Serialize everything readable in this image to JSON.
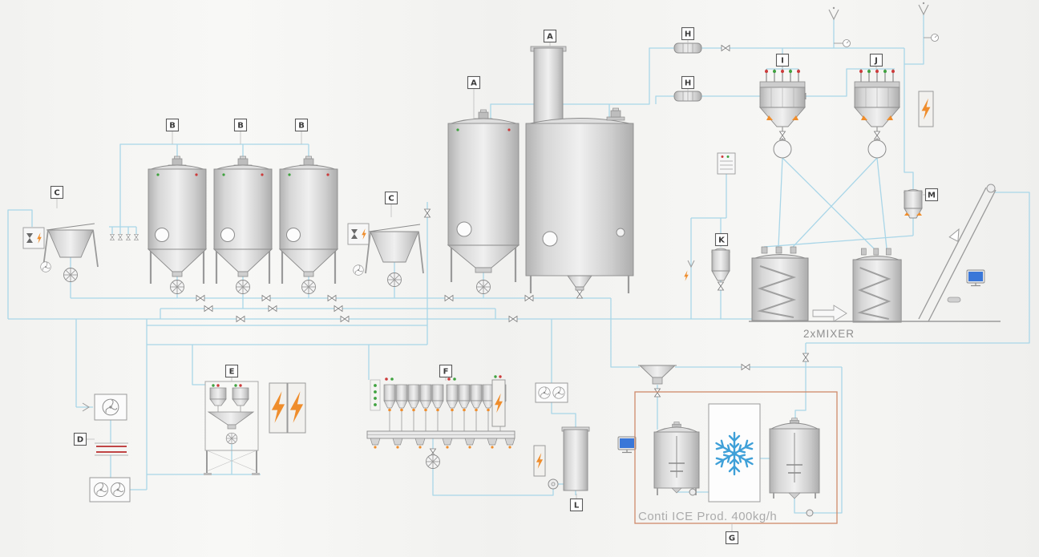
{
  "diagram": {
    "type": "plant-process-flow",
    "labels": {
      "a1": "A",
      "a2": "A",
      "b1": "B",
      "b2": "B",
      "b3": "B",
      "c1": "C",
      "c2": "C",
      "d": "D",
      "e": "E",
      "f": "F",
      "g": "G",
      "h1": "H",
      "h2": "H",
      "i": "I",
      "j": "J",
      "k": "K",
      "l": "L",
      "m": "M"
    },
    "annotations": {
      "mixers": "2xMIXER",
      "conti_ice": "Conti ICE Prod. 400kg/h"
    },
    "icons": {
      "snowflake": "freezer-snowflake",
      "lightning": "electric-power",
      "fan": "ventilation-fan",
      "hourglass": "batch-timer",
      "gauge": "pressure-gauge",
      "monitor": "control-terminal",
      "valve": "pipe-valve",
      "rotary_valve": "rotary-valve"
    },
    "colors": {
      "background": "#f5f5f3",
      "pipe": "#a9d6e8",
      "equipment_stroke": "#8c8c8c",
      "accent_orange": "#ef8d2c",
      "status_red": "#cc3b3b",
      "status_green": "#3fa23f",
      "snowflake_blue": "#3fa0d8",
      "conti_border": "#cf8a6a",
      "screen_blue": "#3a77d8",
      "caption_gray": "#9a9a9a"
    }
  }
}
